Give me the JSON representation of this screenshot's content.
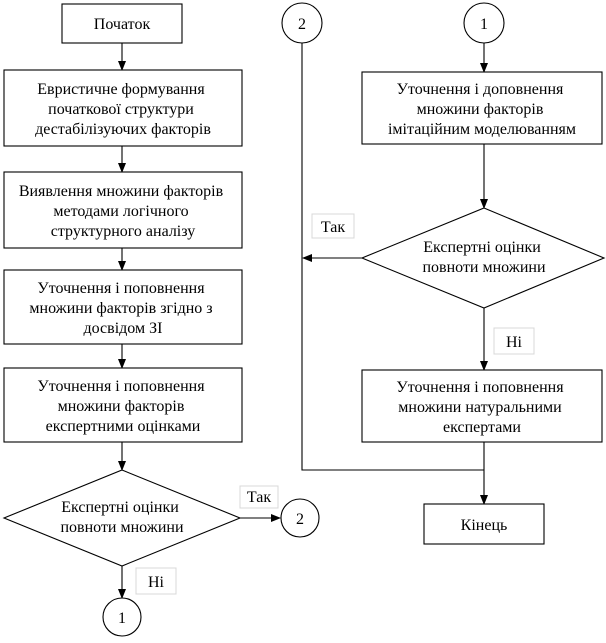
{
  "flowchart": {
    "start": "Початок",
    "end": "Кінець",
    "left_column": [
      [
        "Евристичне формування",
        "початкової структури",
        "дестабілізуючих факторів"
      ],
      [
        "Виявлення множини факторів",
        "методами логічного",
        "структурного аналізу"
      ],
      [
        "Уточнення і поповнення",
        "множини факторів згідно з",
        "досвідом ЗІ"
      ],
      [
        "Уточнення і поповнення",
        "множини факторів",
        "експертними оцінками"
      ]
    ],
    "left_decision": [
      "Експертні оцінки",
      "повноти множини"
    ],
    "left_decision_yes": "Так",
    "left_decision_no": "Ні",
    "right_column": [
      [
        "Уточнення і доповнення",
        "множини факторів",
        "імітаційним моделюванням"
      ]
    ],
    "right_decision": [
      "Експертні оцінки",
      "повноти множини"
    ],
    "right_decision_yes": "Так",
    "right_decision_no": "Ні",
    "right_process_2": [
      "Уточнення і поповнення",
      "множини натуральними",
      "експертами"
    ],
    "connectors": {
      "connector_1": "1",
      "connector_2": "2"
    }
  }
}
